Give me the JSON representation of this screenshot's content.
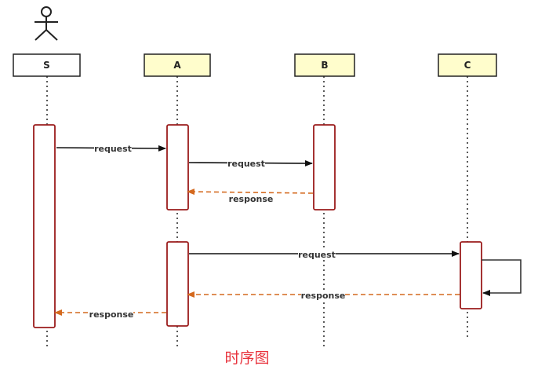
{
  "participants": [
    {
      "label": "S",
      "fill": "#ffffff"
    },
    {
      "label": "A",
      "fill": "#fffdcc"
    },
    {
      "label": "B",
      "fill": "#fffdcc"
    },
    {
      "label": "C",
      "fill": "#fffdcc"
    }
  ],
  "messages": [
    {
      "label": "request",
      "style": "solid",
      "color": "#111111"
    },
    {
      "label": "request",
      "style": "solid",
      "color": "#111111"
    },
    {
      "label": "response",
      "style": "dashed",
      "color": "#d4691e"
    },
    {
      "label": "request",
      "style": "solid",
      "color": "#111111"
    },
    {
      "label": "response",
      "style": "dashed",
      "color": "#d4691e"
    },
    {
      "label": "response",
      "style": "dashed",
      "color": "#d4691e"
    }
  ],
  "colors": {
    "activation_border": "#9b1c1c",
    "request_line": "#111111",
    "response_line": "#d4691e",
    "caption": "#e8323c"
  },
  "icons": {
    "actor": "stick-figure-icon"
  },
  "caption": "时序图"
}
